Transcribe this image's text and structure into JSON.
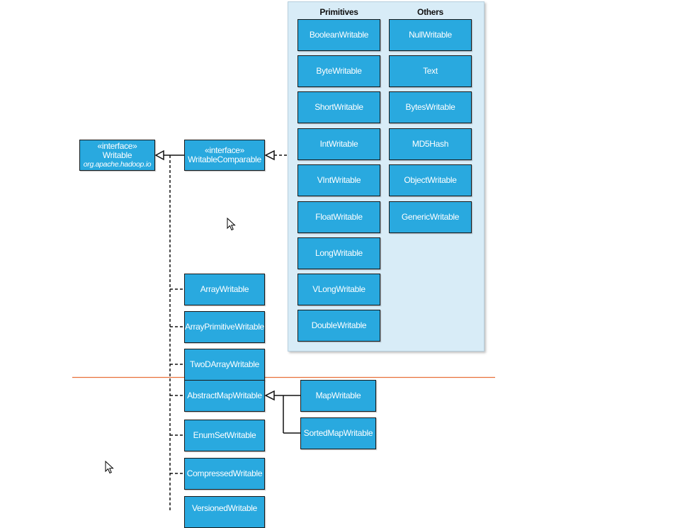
{
  "panel": {
    "primitives_header": "Primitives",
    "others_header": "Others",
    "primitives": [
      "BooleanWritable",
      "ByteWritable",
      "ShortWritable",
      "IntWritable",
      "VIntWritable",
      "FloatWritable",
      "LongWritable",
      "VLongWritable",
      "DoubleWritable"
    ],
    "others": [
      "NullWritable",
      "Text",
      "BytesWritable",
      "MD5Hash",
      "ObjectWritable",
      "GenericWritable"
    ]
  },
  "writable": {
    "stereotype": "«interface»",
    "name": "Writable",
    "package": "org.apache.hadoop.io"
  },
  "writable_comparable": {
    "stereotype": "«interface»",
    "name": "WritableComparable"
  },
  "implementations": [
    "ArrayWritable",
    "ArrayPrimitiveWritable",
    "TwoDArrayWritable",
    "AbstractMapWritable",
    "EnumSetWritable",
    "CompressedWritable",
    "VersionedWritable"
  ],
  "map_subclasses": [
    "MapWritable",
    "SortedMapWritable"
  ],
  "colors": {
    "box_fill": "#29a9df",
    "panel_fill": "#d8ecf7",
    "separator_line": "#e8703a"
  }
}
